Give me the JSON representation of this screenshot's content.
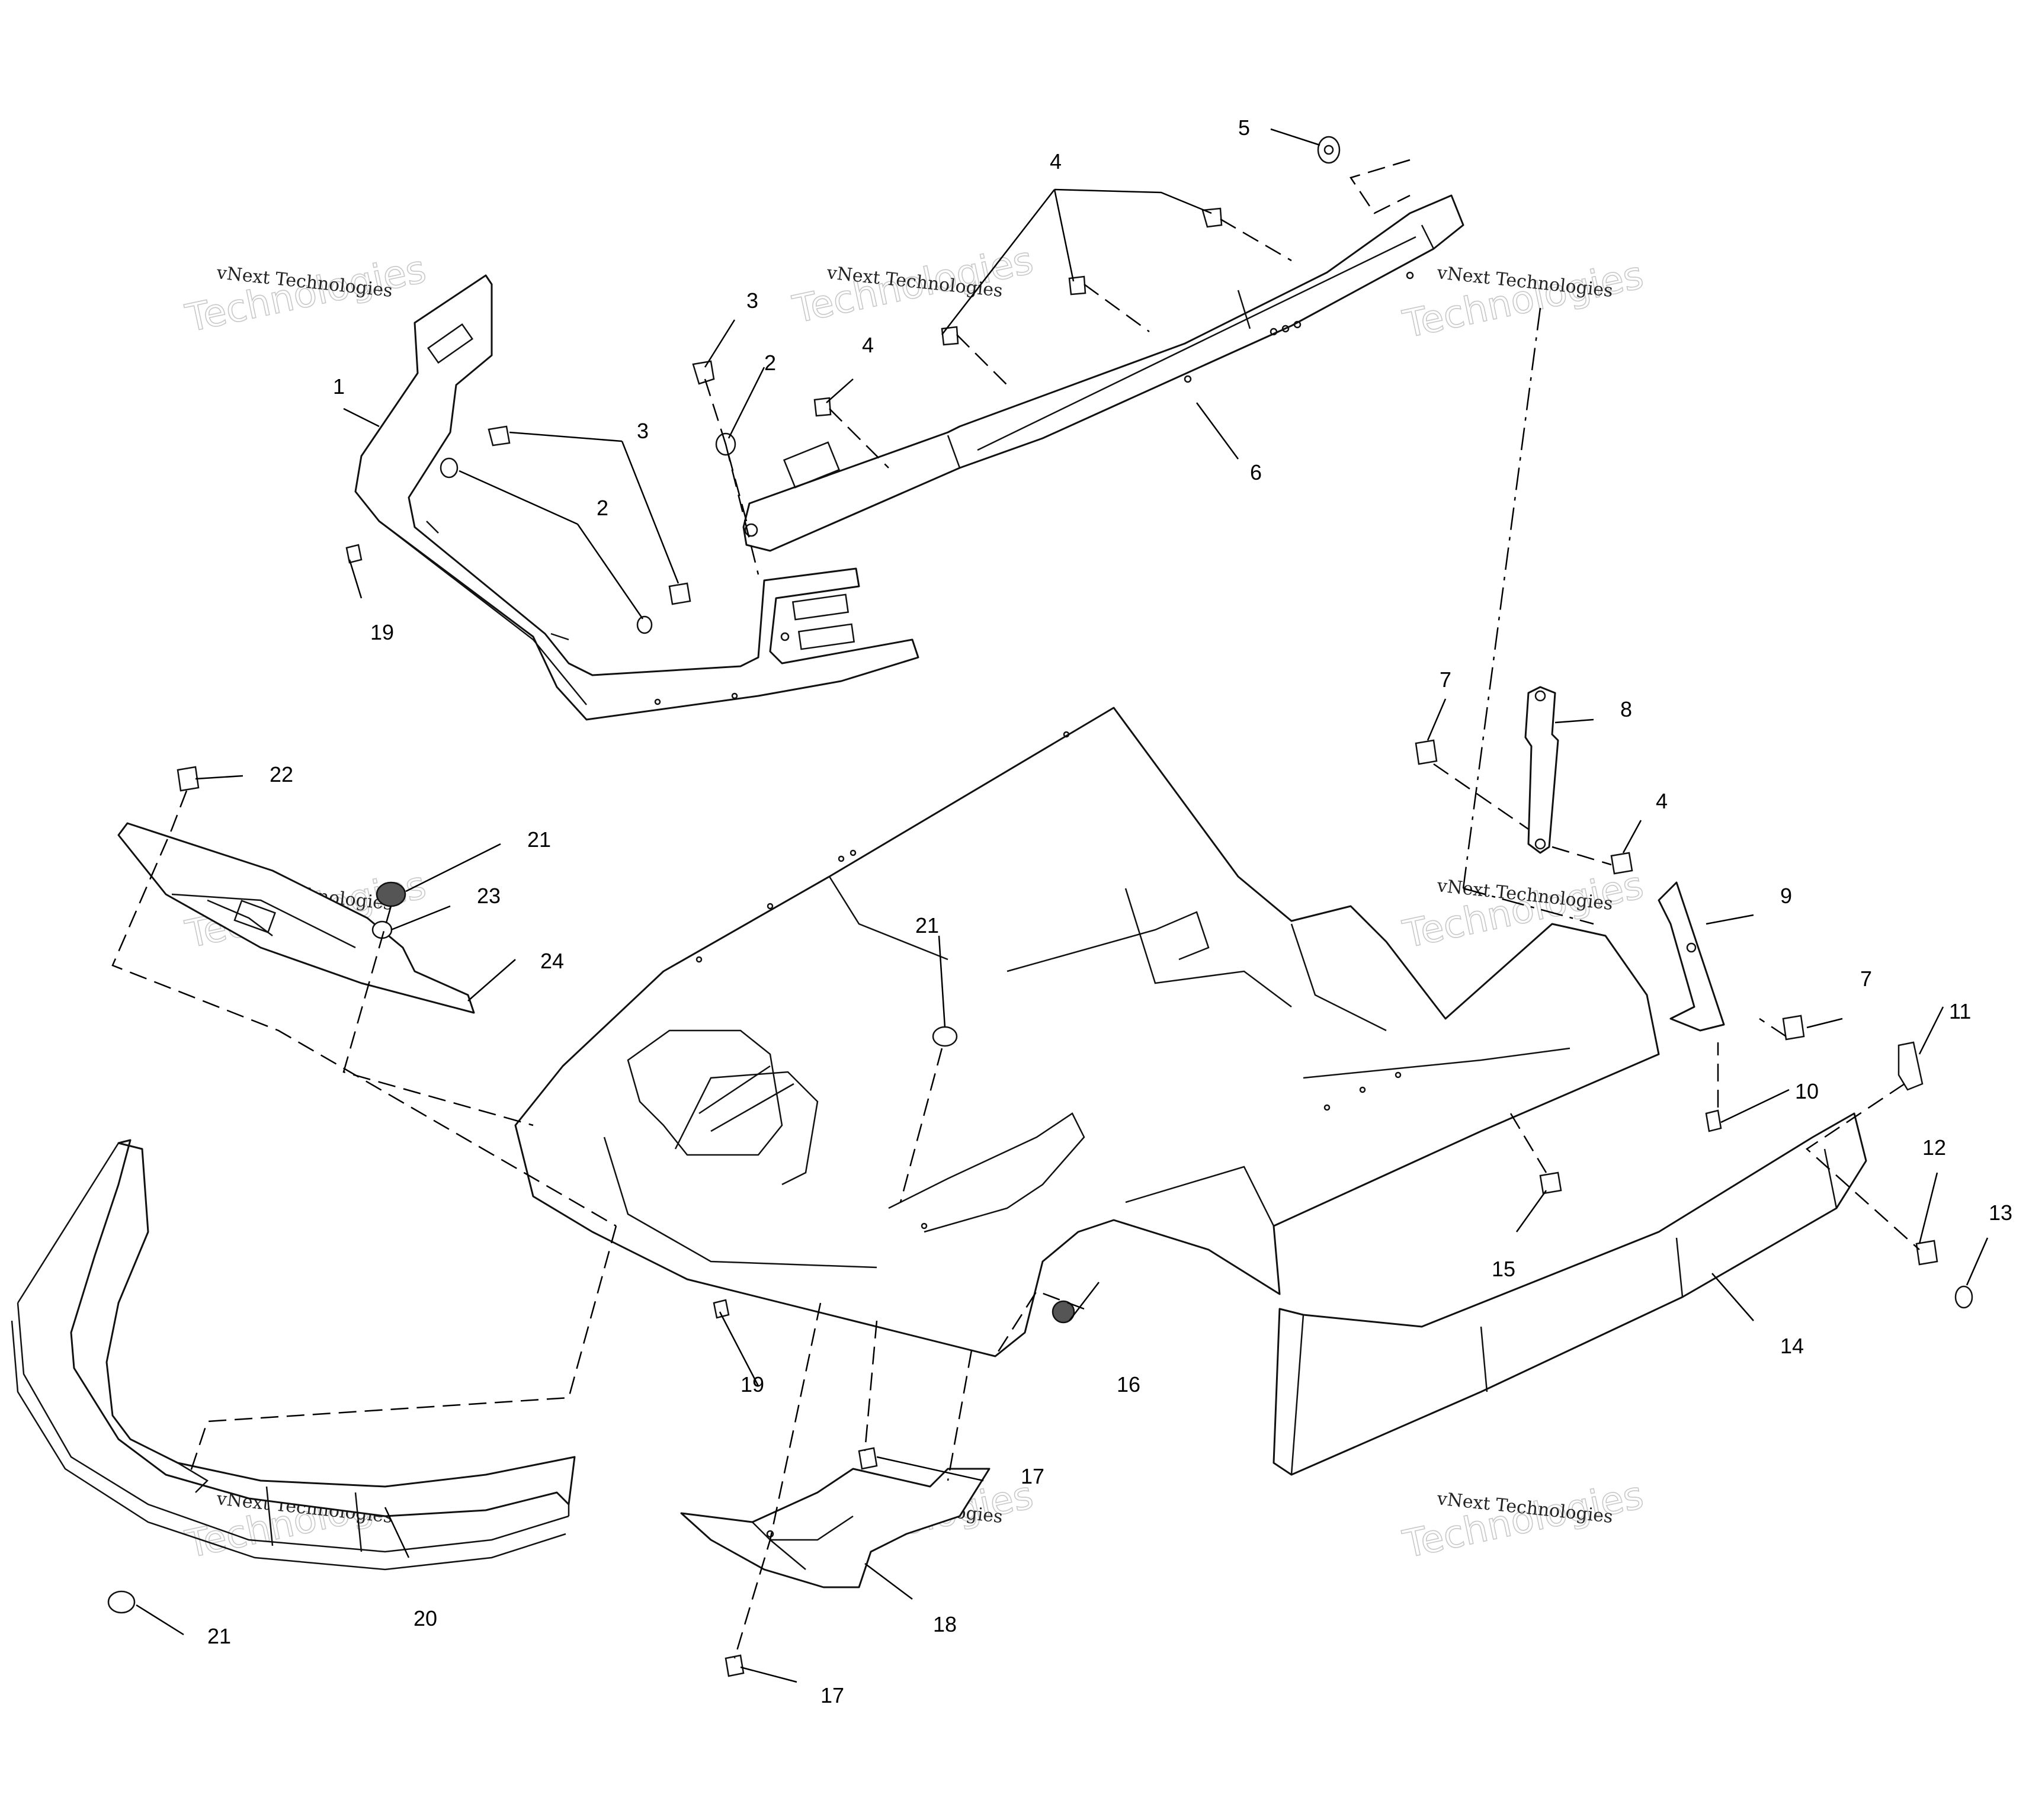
{
  "watermark": {
    "brand": "vNext Technologies",
    "large_text": "Technologies"
  },
  "callouts": [
    {
      "id": "c1",
      "label": "1"
    },
    {
      "id": "c2a",
      "label": "2"
    },
    {
      "id": "c2b",
      "label": "2"
    },
    {
      "id": "c3a",
      "label": "3"
    },
    {
      "id": "c3b",
      "label": "3"
    },
    {
      "id": "c4a",
      "label": "4"
    },
    {
      "id": "c4b",
      "label": "4"
    },
    {
      "id": "c4c",
      "label": "4"
    },
    {
      "id": "c5",
      "label": "5"
    },
    {
      "id": "c6",
      "label": "6"
    },
    {
      "id": "c7a",
      "label": "7"
    },
    {
      "id": "c7b",
      "label": "7"
    },
    {
      "id": "c8",
      "label": "8"
    },
    {
      "id": "c9",
      "label": "9"
    },
    {
      "id": "c10",
      "label": "10"
    },
    {
      "id": "c11",
      "label": "11"
    },
    {
      "id": "c12",
      "label": "12"
    },
    {
      "id": "c13",
      "label": "13"
    },
    {
      "id": "c14",
      "label": "14"
    },
    {
      "id": "c15",
      "label": "15"
    },
    {
      "id": "c16",
      "label": "16"
    },
    {
      "id": "c17a",
      "label": "17"
    },
    {
      "id": "c17b",
      "label": "17"
    },
    {
      "id": "c18",
      "label": "18"
    },
    {
      "id": "c19a",
      "label": "19"
    },
    {
      "id": "c19b",
      "label": "19"
    },
    {
      "id": "c20",
      "label": "20"
    },
    {
      "id": "c21a",
      "label": "21"
    },
    {
      "id": "c21b",
      "label": "21"
    },
    {
      "id": "c21c",
      "label": "21"
    },
    {
      "id": "c22",
      "label": "22"
    },
    {
      "id": "c23",
      "label": "23"
    },
    {
      "id": "c24",
      "label": "24"
    }
  ]
}
